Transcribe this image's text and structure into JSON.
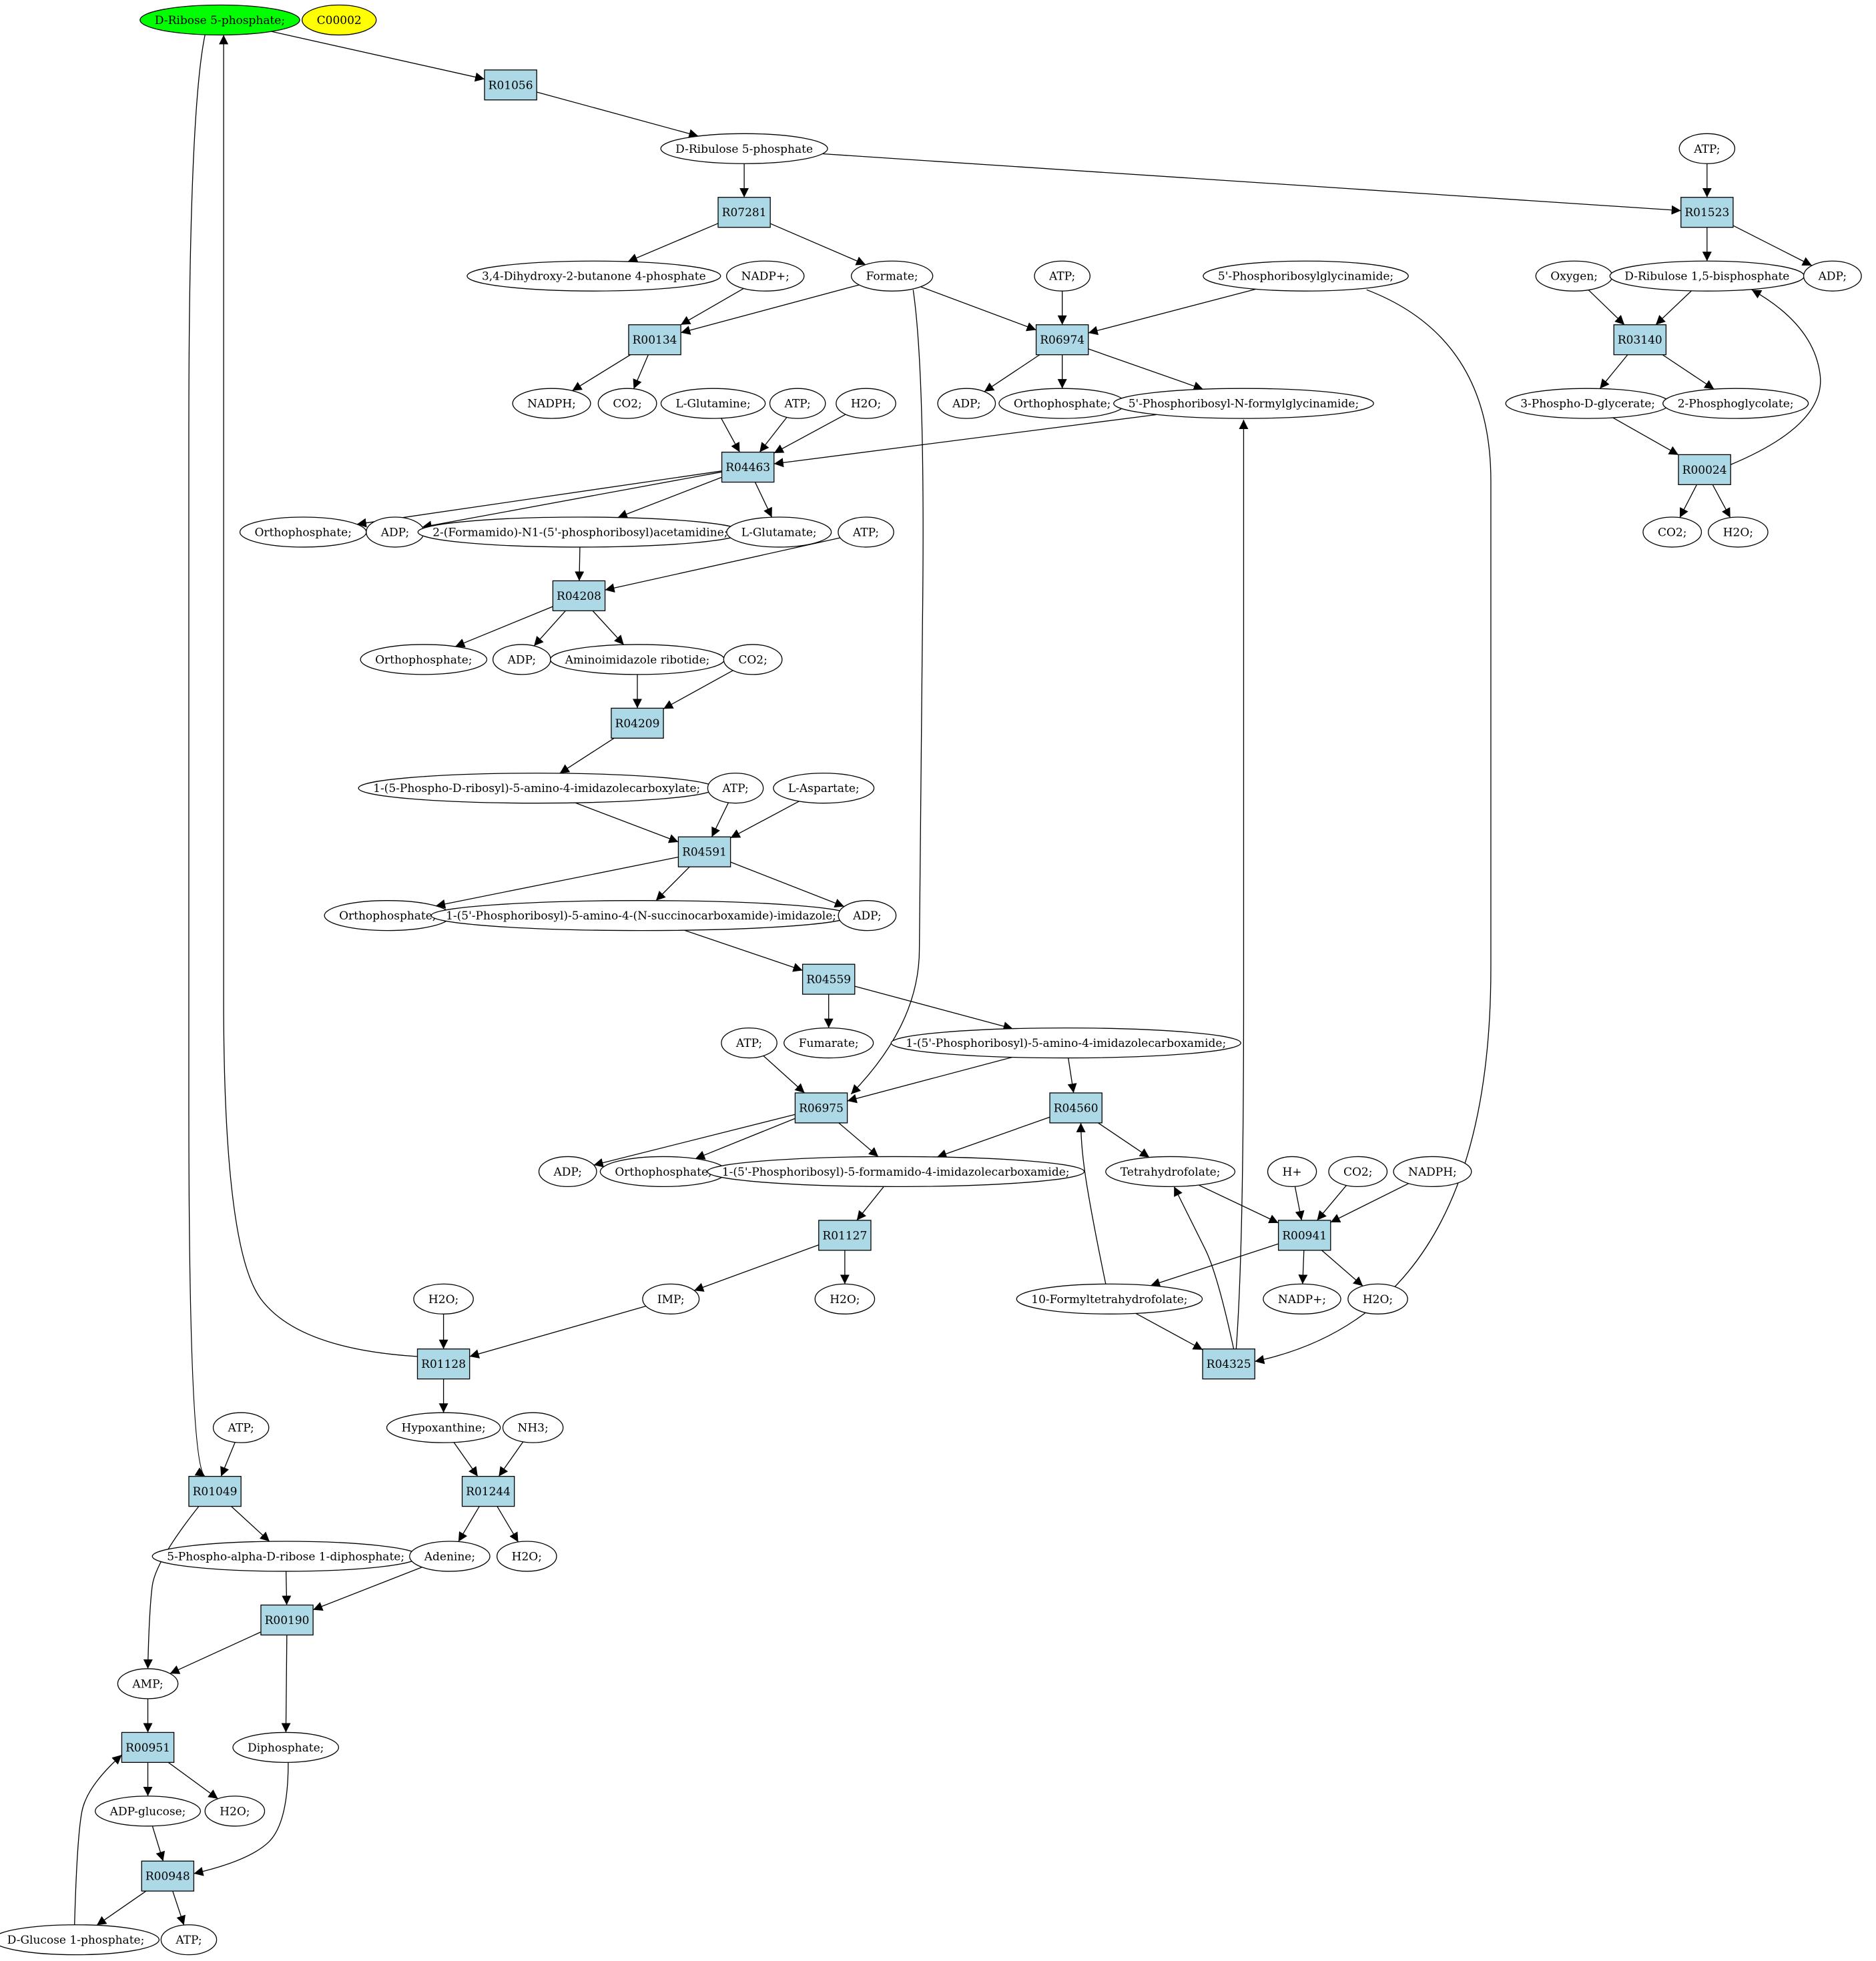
{
  "colors": {
    "reaction_fill": "#add8e6",
    "start_fill": "#00ff00",
    "highlight_fill": "#ffff00",
    "compound_fill": "#ffffff",
    "stroke": "#000000"
  },
  "compounds": [
    {
      "id": "c_rib5p",
      "label": "D-Ribose 5-phosphate;",
      "fill": "start"
    },
    {
      "id": "c_c00002",
      "label": "C00002",
      "fill": "highlight"
    },
    {
      "id": "c_ru5p",
      "label": "D-Ribulose 5-phosphate"
    },
    {
      "id": "c_atp_top",
      "label": "ATP;"
    },
    {
      "id": "c_dhbp",
      "label": "3,4-Dihydroxy-2-butanone 4-phosphate"
    },
    {
      "id": "c_formate",
      "label": "Formate;"
    },
    {
      "id": "c_nadp_a",
      "label": "NADP+;"
    },
    {
      "id": "c_atp_b",
      "label": "ATP;"
    },
    {
      "id": "c_prga",
      "label": "5'-Phosphoribosylglycinamide;"
    },
    {
      "id": "c_oxygen",
      "label": "Oxygen;"
    },
    {
      "id": "c_rubp",
      "label": "D-Ribulose 1,5-bisphosphate"
    },
    {
      "id": "c_adp_r",
      "label": "ADP;"
    },
    {
      "id": "c_nadph_a",
      "label": "NADPH;"
    },
    {
      "id": "c_co2_a",
      "label": "CO2;"
    },
    {
      "id": "c_gln",
      "label": "L-Glutamine;"
    },
    {
      "id": "c_atp_c",
      "label": "ATP;"
    },
    {
      "id": "c_h2o_a",
      "label": "H2O;"
    },
    {
      "id": "c_adp_b",
      "label": "ADP;"
    },
    {
      "id": "c_pi_b",
      "label": "Orthophosphate;"
    },
    {
      "id": "c_fgar",
      "label": "5'-Phosphoribosyl-N-formylglycinamide;"
    },
    {
      "id": "c_3pg",
      "label": "3-Phospho-D-glycerate;"
    },
    {
      "id": "c_2pglc",
      "label": "2-Phosphoglycolate;"
    },
    {
      "id": "c_pi_c",
      "label": "Orthophosphate;"
    },
    {
      "id": "c_adp_c",
      "label": "ADP;"
    },
    {
      "id": "c_fgam",
      "label": "2-(Formamido)-N1-(5'-phosphoribosyl)acetamidine;"
    },
    {
      "id": "c_glu",
      "label": "L-Glutamate;"
    },
    {
      "id": "c_atp_d",
      "label": "ATP;"
    },
    {
      "id": "c_co2_r",
      "label": "CO2;"
    },
    {
      "id": "c_h2o_r",
      "label": "H2O;"
    },
    {
      "id": "c_pi_d",
      "label": "Orthophosphate;"
    },
    {
      "id": "c_adp_d",
      "label": "ADP;"
    },
    {
      "id": "c_air",
      "label": "Aminoimidazole ribotide;"
    },
    {
      "id": "c_co2_b",
      "label": "CO2;"
    },
    {
      "id": "c_cair",
      "label": "1-(5-Phospho-D-ribosyl)-5-amino-4-imidazolecarboxylate;"
    },
    {
      "id": "c_atp_e",
      "label": "ATP;"
    },
    {
      "id": "c_asp",
      "label": "L-Aspartate;"
    },
    {
      "id": "c_pi_e",
      "label": "Orthophosphate;"
    },
    {
      "id": "c_saicar",
      "label": "1-(5'-Phosphoribosyl)-5-amino-4-(N-succinocarboxamide)-imidazole;"
    },
    {
      "id": "c_adp_e",
      "label": "ADP;"
    },
    {
      "id": "c_atp_f",
      "label": "ATP;"
    },
    {
      "id": "c_fum",
      "label": "Fumarate;"
    },
    {
      "id": "c_aicar",
      "label": "1-(5'-Phosphoribosyl)-5-amino-4-imidazolecarboxamide;"
    },
    {
      "id": "c_adp_f",
      "label": "ADP;"
    },
    {
      "id": "c_pi_f",
      "label": "Orthophosphate;"
    },
    {
      "id": "c_faicar",
      "label": "1-(5'-Phosphoribosyl)-5-formamido-4-imidazolecarboxamide;"
    },
    {
      "id": "c_thf",
      "label": "Tetrahydrofolate;"
    },
    {
      "id": "c_hplus",
      "label": "H+"
    },
    {
      "id": "c_co2_c",
      "label": "CO2;"
    },
    {
      "id": "c_nadph_b",
      "label": "NADPH;"
    },
    {
      "id": "c_h2o_b",
      "label": "H2O;"
    },
    {
      "id": "c_imp",
      "label": "IMP;"
    },
    {
      "id": "c_h2o_c",
      "label": "H2O;"
    },
    {
      "id": "c_10fthf",
      "label": "10-Formyltetrahydrofolate;"
    },
    {
      "id": "c_nadp_b",
      "label": "NADP+;"
    },
    {
      "id": "c_h2o_d",
      "label": "H2O;"
    },
    {
      "id": "c_atp_g",
      "label": "ATP;"
    },
    {
      "id": "c_hyp",
      "label": "Hypoxanthine;"
    },
    {
      "id": "c_nh3",
      "label": "NH3;"
    },
    {
      "id": "c_prpp",
      "label": "5-Phospho-alpha-D-ribose 1-diphosphate;"
    },
    {
      "id": "c_ade",
      "label": "Adenine;"
    },
    {
      "id": "c_h2o_e",
      "label": "H2O;"
    },
    {
      "id": "c_amp",
      "label": "AMP;"
    },
    {
      "id": "c_ppi",
      "label": "Diphosphate;"
    },
    {
      "id": "c_adpglc",
      "label": "ADP-glucose;"
    },
    {
      "id": "c_h2o_f",
      "label": "H2O;"
    },
    {
      "id": "c_g1p",
      "label": "D-Glucose 1-phosphate;"
    },
    {
      "id": "c_atp_h",
      "label": "ATP;"
    }
  ],
  "reactions": [
    {
      "id": "r_R01056",
      "label": "R01056"
    },
    {
      "id": "r_R07281",
      "label": "R07281"
    },
    {
      "id": "r_R01523",
      "label": "R01523"
    },
    {
      "id": "r_R00134",
      "label": "R00134"
    },
    {
      "id": "r_R06974",
      "label": "R06974"
    },
    {
      "id": "r_R03140",
      "label": "R03140"
    },
    {
      "id": "r_R04463",
      "label": "R04463"
    },
    {
      "id": "r_R00024",
      "label": "R00024"
    },
    {
      "id": "r_R04208",
      "label": "R04208"
    },
    {
      "id": "r_R04209",
      "label": "R04209"
    },
    {
      "id": "r_R04591",
      "label": "R04591"
    },
    {
      "id": "r_R04559",
      "label": "R04559"
    },
    {
      "id": "r_R06975",
      "label": "R06975"
    },
    {
      "id": "r_R04560",
      "label": "R04560"
    },
    {
      "id": "r_R00941",
      "label": "R00941"
    },
    {
      "id": "r_R01127",
      "label": "R01127"
    },
    {
      "id": "r_R01128",
      "label": "R01128"
    },
    {
      "id": "r_R04325",
      "label": "R04325"
    },
    {
      "id": "r_R01244",
      "label": "R01244"
    },
    {
      "id": "r_R01049",
      "label": "R01049"
    },
    {
      "id": "r_R00190",
      "label": "R00190"
    },
    {
      "id": "r_R00951",
      "label": "R00951"
    },
    {
      "id": "r_R00948",
      "label": "R00948"
    }
  ],
  "edges": [
    [
      "c_rib5p",
      "r_R01056"
    ],
    [
      "r_R01056",
      "c_ru5p"
    ],
    [
      "c_ru5p",
      "r_R07281"
    ],
    [
      "c_ru5p",
      "r_R01523"
    ],
    [
      "c_atp_top",
      "r_R01523"
    ],
    [
      "r_R01523",
      "c_rubp"
    ],
    [
      "r_R01523",
      "c_adp_r"
    ],
    [
      "r_R07281",
      "c_dhbp"
    ],
    [
      "r_R07281",
      "c_formate"
    ],
    [
      "c_nadp_a",
      "r_R00134"
    ],
    [
      "c_formate",
      "r_R00134"
    ],
    [
      "r_R00134",
      "c_nadph_a"
    ],
    [
      "r_R00134",
      "c_co2_a"
    ],
    [
      "c_formate",
      "r_R06974"
    ],
    [
      "c_atp_b",
      "r_R06974"
    ],
    [
      "c_prga",
      "r_R06974"
    ],
    [
      "r_R06974",
      "c_adp_b"
    ],
    [
      "r_R06974",
      "c_pi_b"
    ],
    [
      "r_R06974",
      "c_fgar"
    ],
    [
      "c_oxygen",
      "r_R03140"
    ],
    [
      "c_rubp",
      "r_R03140"
    ],
    [
      "r_R03140",
      "c_3pg"
    ],
    [
      "r_R03140",
      "c_2pglc"
    ],
    [
      "c_3pg",
      "r_R00024"
    ],
    [
      "r_R00024",
      "c_co2_r"
    ],
    [
      "r_R00024",
      "c_h2o_r"
    ],
    [
      "r_R00024",
      "c_rubp"
    ],
    [
      "c_gln",
      "r_R04463"
    ],
    [
      "c_atp_c",
      "r_R04463"
    ],
    [
      "c_h2o_a",
      "r_R04463"
    ],
    [
      "c_fgar",
      "r_R04463"
    ],
    [
      "r_R04463",
      "c_pi_c"
    ],
    [
      "r_R04463",
      "c_adp_c"
    ],
    [
      "r_R04463",
      "c_fgam"
    ],
    [
      "r_R04463",
      "c_glu"
    ],
    [
      "c_fgam",
      "r_R04208"
    ],
    [
      "c_atp_d",
      "r_R04208"
    ],
    [
      "r_R04208",
      "c_pi_d"
    ],
    [
      "r_R04208",
      "c_adp_d"
    ],
    [
      "r_R04208",
      "c_air"
    ],
    [
      "c_air",
      "r_R04209"
    ],
    [
      "c_co2_b",
      "r_R04209"
    ],
    [
      "r_R04209",
      "c_cair"
    ],
    [
      "c_cair",
      "r_R04591"
    ],
    [
      "c_atp_e",
      "r_R04591"
    ],
    [
      "c_asp",
      "r_R04591"
    ],
    [
      "r_R04591",
      "c_pi_e"
    ],
    [
      "r_R04591",
      "c_saicar"
    ],
    [
      "r_R04591",
      "c_adp_e"
    ],
    [
      "c_saicar",
      "r_R04559"
    ],
    [
      "r_R04559",
      "c_fum"
    ],
    [
      "r_R04559",
      "c_aicar"
    ],
    [
      "c_atp_f",
      "r_R06975"
    ],
    [
      "c_aicar",
      "r_R06975"
    ],
    [
      "c_formate",
      "r_R06975"
    ],
    [
      "r_R06975",
      "c_adp_f"
    ],
    [
      "r_R06975",
      "c_pi_f"
    ],
    [
      "r_R06975",
      "c_faicar"
    ],
    [
      "c_aicar",
      "r_R04560"
    ],
    [
      "c_10fthf",
      "r_R04560"
    ],
    [
      "r_R04560",
      "c_faicar"
    ],
    [
      "r_R04560",
      "c_thf"
    ],
    [
      "c_thf",
      "r_R00941"
    ],
    [
      "c_hplus",
      "r_R00941"
    ],
    [
      "c_co2_c",
      "r_R00941"
    ],
    [
      "c_nadph_b",
      "r_R00941"
    ],
    [
      "r_R00941",
      "c_10fthf"
    ],
    [
      "r_R00941",
      "c_nadp_b"
    ],
    [
      "r_R00941",
      "c_h2o_b"
    ],
    [
      "c_faicar",
      "r_R01127"
    ],
    [
      "r_R01127",
      "c_imp"
    ],
    [
      "r_R01127",
      "c_h2o_c"
    ],
    [
      "c_10fthf",
      "r_R04325"
    ],
    [
      "c_prga",
      "r_R04325"
    ],
    [
      "r_R04325",
      "c_thf"
    ],
    [
      "r_R04325",
      "c_fgar"
    ],
    [
      "c_imp",
      "r_R01128"
    ],
    [
      "c_h2o_d",
      "r_R01128"
    ],
    [
      "r_R01128",
      "c_hyp"
    ],
    [
      "r_R01128",
      "c_rib5p"
    ],
    [
      "c_hyp",
      "r_R01244"
    ],
    [
      "c_nh3",
      "r_R01244"
    ],
    [
      "r_R01244",
      "c_ade"
    ],
    [
      "r_R01244",
      "c_h2o_e"
    ],
    [
      "c_rib5p",
      "r_R01049"
    ],
    [
      "c_atp_g",
      "r_R01049"
    ],
    [
      "r_R01049",
      "c_prpp"
    ],
    [
      "r_R01049",
      "c_amp"
    ],
    [
      "c_prpp",
      "r_R00190"
    ],
    [
      "c_ade",
      "r_R00190"
    ],
    [
      "r_R00190",
      "c_amp"
    ],
    [
      "r_R00190",
      "c_ppi"
    ],
    [
      "c_amp",
      "r_R00951"
    ],
    [
      "c_g1p",
      "r_R00951"
    ],
    [
      "r_R00951",
      "c_adpglc"
    ],
    [
      "r_R00951",
      "c_h2o_f"
    ],
    [
      "c_adpglc",
      "r_R00948"
    ],
    [
      "c_ppi",
      "r_R00948"
    ],
    [
      "r_R00948",
      "c_g1p"
    ],
    [
      "r_R00948",
      "c_atp_h"
    ]
  ]
}
